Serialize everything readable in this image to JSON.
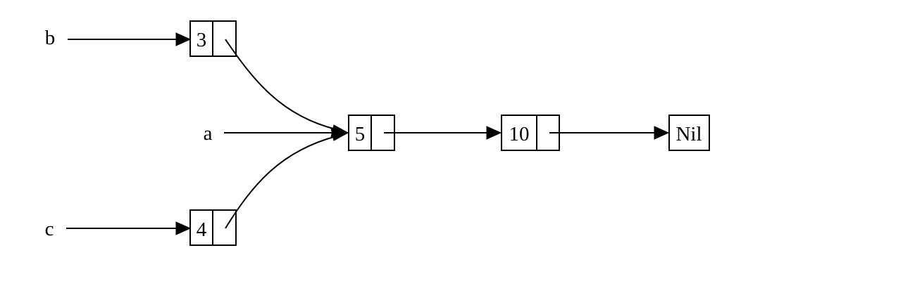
{
  "variables": {
    "b": "b",
    "a": "a",
    "c": "c"
  },
  "nodes": {
    "three": "3",
    "four": "4",
    "five": "5",
    "ten": "10",
    "nil": "Nil"
  },
  "colors": {
    "stroke": "#000000",
    "background": "#ffffff"
  }
}
